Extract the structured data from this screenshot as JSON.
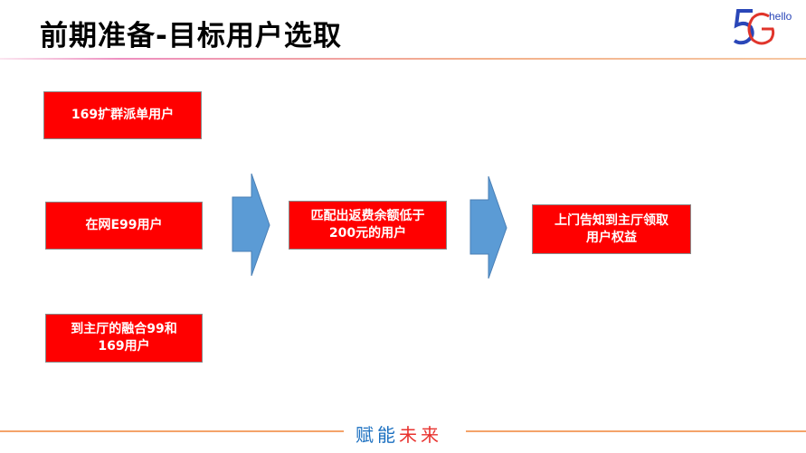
{
  "header": {
    "title": "前期准备-目标用户选取",
    "logo_text": "5G hello"
  },
  "sources": [
    {
      "label": "169扩群派单用户"
    },
    {
      "label": "在网E99用户"
    },
    {
      "label": "到主厅的融合99和169用户"
    }
  ],
  "match": {
    "label": "匹配出返费余额低于200元的用户"
  },
  "result": {
    "label": "上门告知到主厅领取用户权益"
  },
  "footer": {
    "slogan_blue": "赋能",
    "slogan_red": "未来"
  },
  "colors": {
    "box": "#ff0000",
    "arrow": "#5b9bd5",
    "slogan_blue": "#1a6fc0",
    "slogan_red": "#e8322e"
  }
}
